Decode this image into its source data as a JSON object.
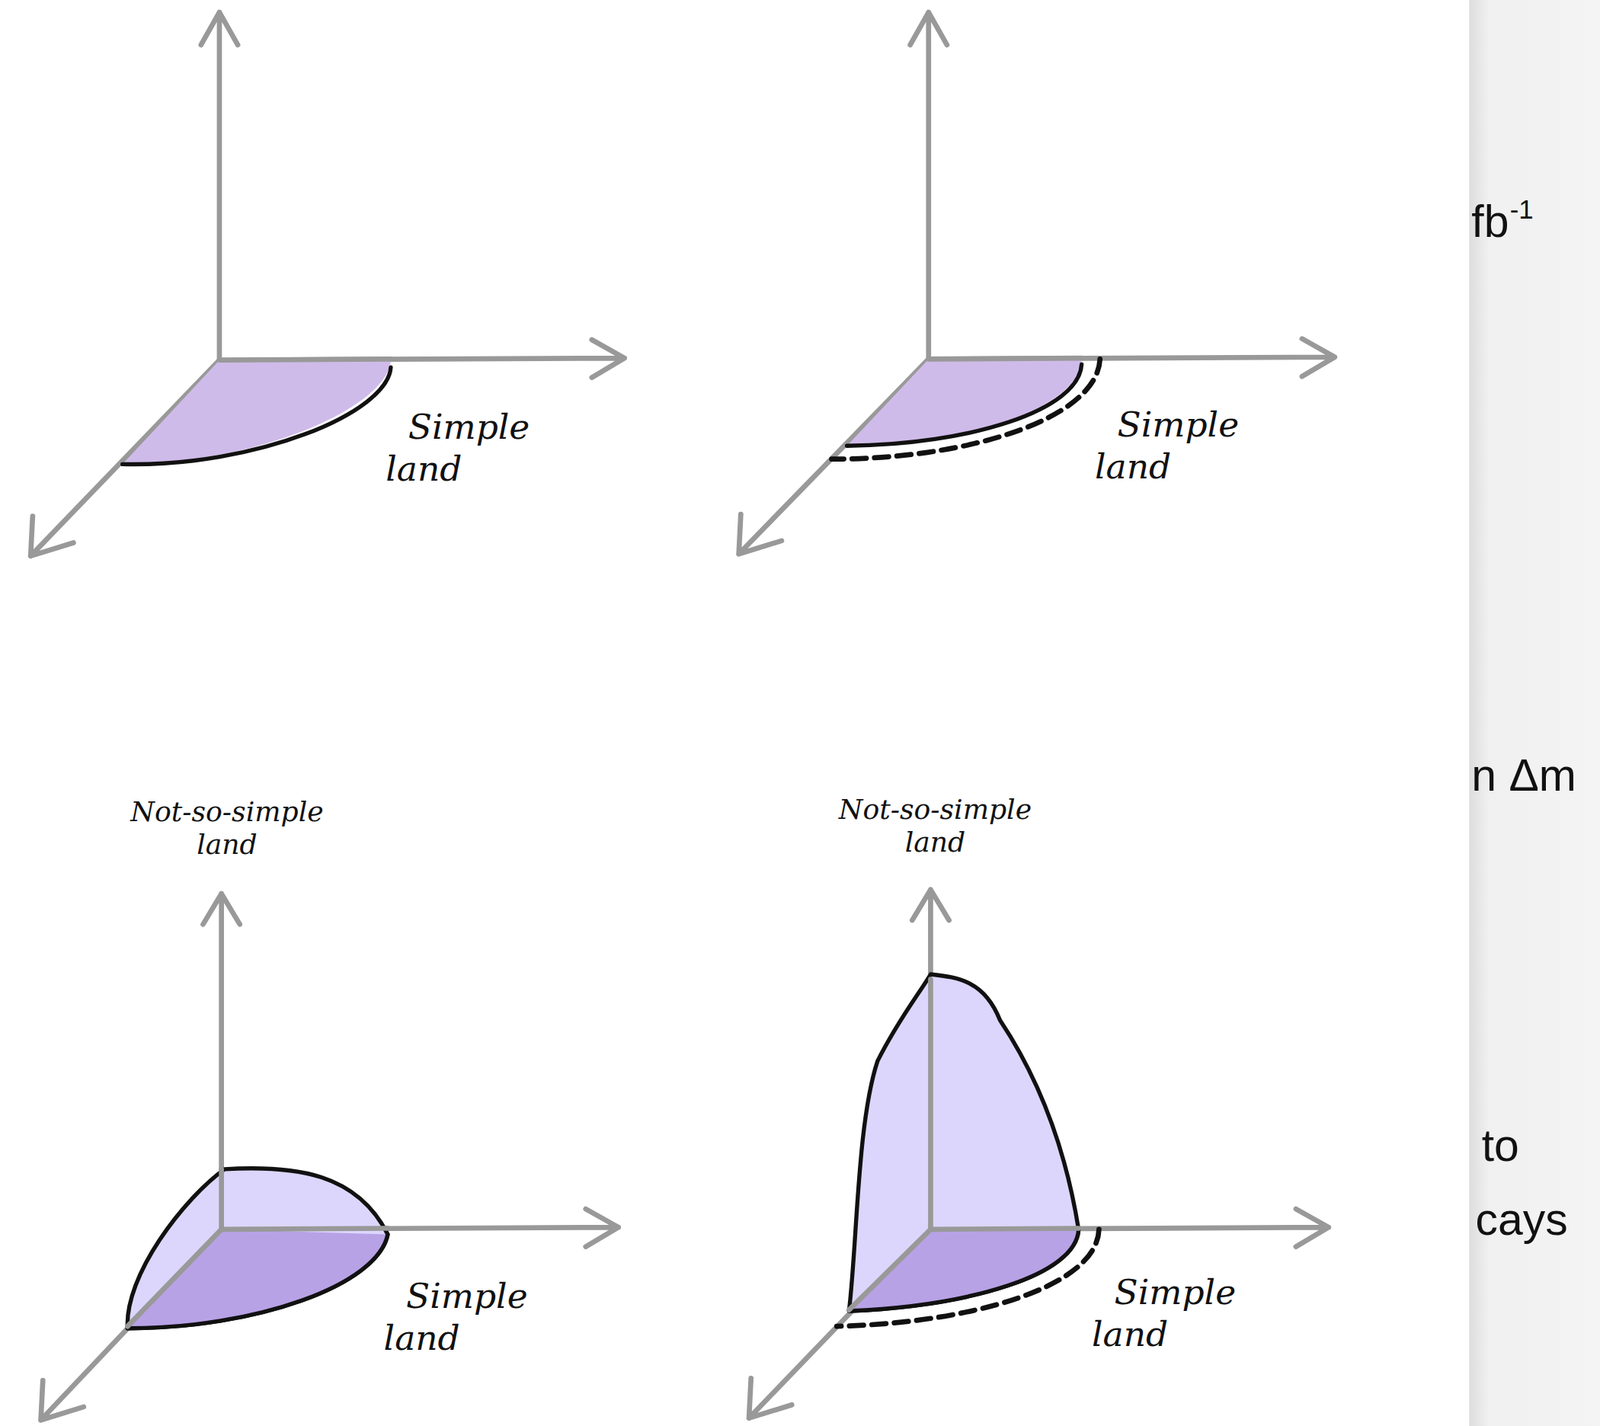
{
  "diagram": {
    "labels": [
      "Simple land",
      "Simple land",
      "Simple land",
      "Simple land",
      "Not-so-simple land",
      "Not-so-simple land",
      "fb",
      "-1",
      "n Δm",
      "to",
      "cays"
    ]
  }
}
